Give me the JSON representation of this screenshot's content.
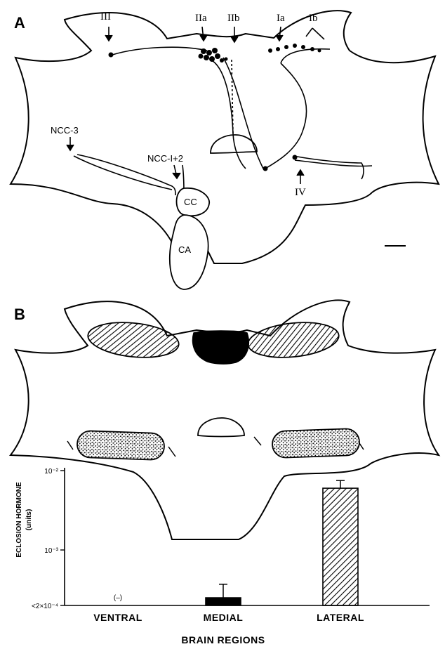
{
  "panel_a": {
    "label": "A",
    "tracts": {
      "iii": "III",
      "iia": "IIa",
      "iib": "IIb",
      "ia": "Ia",
      "ib": "Ib",
      "iv": "IV"
    },
    "nerves": {
      "ncc3": "NCC-3",
      "ncc12": "NCC-I+2"
    },
    "organs": {
      "cc": "CC",
      "ca": "CA"
    }
  },
  "panel_b": {
    "label": "B"
  },
  "chart_data": {
    "type": "bar",
    "categories": [
      "VENTRAL",
      "MEDIAL",
      "LATERAL"
    ],
    "values": [
      null,
      0.00025,
      0.006
    ],
    "errors": [
      null,
      0.00012,
      0.0015
    ],
    "ylabel_line1": "ECLOSION HORMONE",
    "ylabel_line2": "(units)",
    "xlabel": "BRAIN REGIONS",
    "yscale": "log",
    "ylim": [
      0.0002,
      0.01
    ],
    "yticks": [
      "10⁻²",
      "10⁻³",
      "<2×10⁻⁴"
    ],
    "ventral_note": "(–)",
    "patterns": [
      "none",
      "solid",
      "hatched"
    ]
  }
}
